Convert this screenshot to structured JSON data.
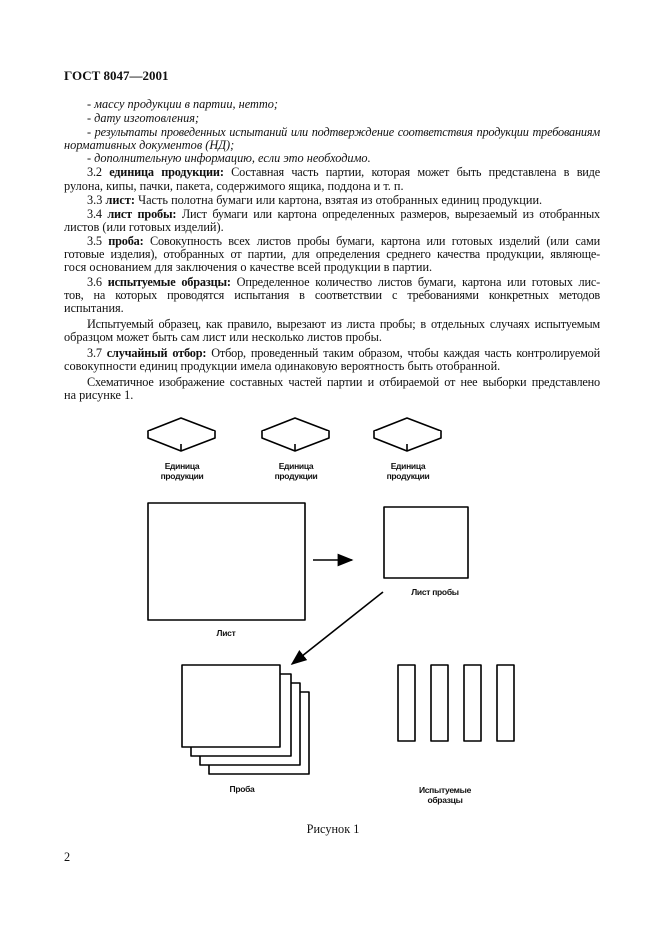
{
  "header": "ГОСТ 8047—2001",
  "list": [
    "- массу продукции в партии, нетто;",
    "- дату изготовления;",
    "- результаты проведенных испытаний или подтверждение соответствия продукции требованиям",
    "нормативных документов (НД);",
    "- дополнительную информацию, если это необходимо."
  ],
  "p32": {
    "num": "3.2",
    "term": "единица продукции:",
    "l1": "Составная часть партии, которая может быть представлена в виде",
    "l2": "рулона, кипы, пачки, пакета, содержимого ящика, поддона и т. п."
  },
  "p33": {
    "num": "3.3",
    "term": "лист:",
    "l1": "Часть полотна бумаги или картона, взятая из отобранных единиц продукции."
  },
  "p34": {
    "num": "3.4",
    "term": "лист пробы:",
    "l1": "Лист бумаги или картона определенных размеров, вырезаемый из отобранных",
    "l2": "листов (или готовых изделий)."
  },
  "p35": {
    "num": "3.5",
    "term": "проба:",
    "l1": "Совокупность всех листов пробы бумаги, картона или готовых изделий (или сами",
    "l2": "готовые изделия), отобранных от партии, для определения среднего качества продукции, являюще-",
    "l3": "гося основанием для заключения о качестве всей продукции в партии."
  },
  "p36": {
    "num": "3.6",
    "term": "испытуемые образцы:",
    "l1": "Определенное количество листов бумаги, картона или готовых лис-",
    "l2": "тов, на которых проводятся испытания в соответствии с требованиями конкретных методов",
    "l3": "испытания."
  },
  "p36b": {
    "l1": "Испытуемый образец, как правило, вырезают из листа пробы; в отдельных случаях испытуемым",
    "l2": "образцом может быть сам лист или несколько листов пробы."
  },
  "p37": {
    "num": "3.7",
    "term": "случайный отбор:",
    "l1": "Отбор, проведенный таким образом, чтобы каждая часть контролируемой",
    "l2": "совокупности единиц продукции имела одинаковую вероятность быть отобранной."
  },
  "p38": {
    "l1": "Схематичное изображение составных частей партии и отбираемой от нее выборки представлено",
    "l2": "на рисунке 1."
  },
  "figure": {
    "unit_label_1": "Единица",
    "unit_label_2": "продукции",
    "sheet": "Лист",
    "sample_sheet": "Лист пробы",
    "sample": "Проба",
    "specimens_1": "Испытуемые",
    "specimens_2": "образцы",
    "caption": "Рисунок 1"
  },
  "page_number": "2"
}
